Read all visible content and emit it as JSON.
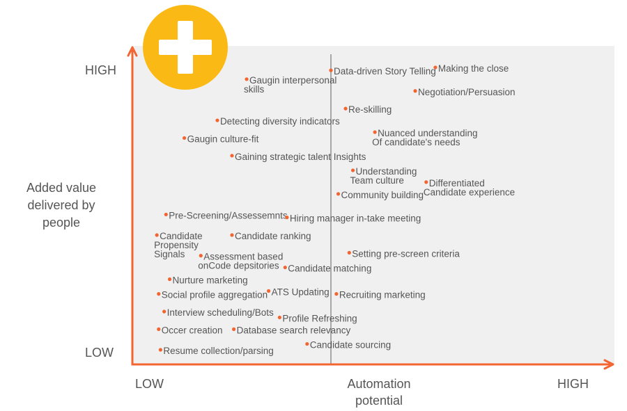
{
  "colors": {
    "panel": "#f0f0f0",
    "axis": "#f26531",
    "dot": "#f26531",
    "divider": "#777777",
    "badge": "#fbb915",
    "text": "#555555"
  },
  "badge_icon": "plus-icon",
  "chart_data": {
    "type": "scatter",
    "xlabel": "Automation potential",
    "ylabel": "Added value delivered by people",
    "x_axis": {
      "low": "LOW",
      "high": "HIGH"
    },
    "y_axis": {
      "low": "LOW",
      "high": "HIGH"
    },
    "xlim": [
      0,
      100
    ],
    "ylim": [
      0,
      100
    ],
    "midline_x": 50,
    "points": [
      {
        "label": "Making the close",
        "x": 78.5,
        "y": 96
      },
      {
        "label": "Data-driven Story Telling",
        "x": 50,
        "y": 95
      },
      {
        "label": "Gaugin interpersonal skills",
        "x": 27,
        "y": 92
      },
      {
        "label": "Negotiation/Persuasion",
        "x": 73,
        "y": 88
      },
      {
        "label": "Re-skilling",
        "x": 54,
        "y": 82
      },
      {
        "label": "Detecting diversity indicators",
        "x": 19,
        "y": 78
      },
      {
        "label": "Nuanced understanding Of candidate's needs",
        "x": 62,
        "y": 74
      },
      {
        "label": "Gaugin culture-fit",
        "x": 10,
        "y": 72
      },
      {
        "label": "Gaining strategic talent Insights",
        "x": 23,
        "y": 66
      },
      {
        "label": "Understanding Team culture",
        "x": 56,
        "y": 61
      },
      {
        "label": "Differentiated Candidate experience",
        "x": 76,
        "y": 57
      },
      {
        "label": "Community building",
        "x": 52,
        "y": 53
      },
      {
        "label": "Pre-Screening/Assessemnts",
        "x": 5,
        "y": 46
      },
      {
        "label": "Hiring manager in-take meeting",
        "x": 38,
        "y": 45
      },
      {
        "label": "Candidate Propensity Signals",
        "x": 2.5,
        "y": 39
      },
      {
        "label": "Candidate ranking",
        "x": 23,
        "y": 39
      },
      {
        "label": "Setting pre-screen criteria",
        "x": 55,
        "y": 33
      },
      {
        "label": "Assessment based onCode depsitories",
        "x": 14.5,
        "y": 32
      },
      {
        "label": "Candidate matching",
        "x": 37.5,
        "y": 28
      },
      {
        "label": "Nurture marketing",
        "x": 6,
        "y": 24
      },
      {
        "label": "ATS Updating",
        "x": 33,
        "y": 20
      },
      {
        "label": "Social profile aggregation",
        "x": 3,
        "y": 19
      },
      {
        "label": "Recruiting marketing",
        "x": 51.5,
        "y": 19
      },
      {
        "label": "Interview scheduling/Bots",
        "x": 4.5,
        "y": 13
      },
      {
        "label": "Profile Refreshing",
        "x": 36,
        "y": 11
      },
      {
        "label": "Database search relevancy",
        "x": 23.5,
        "y": 7
      },
      {
        "label": "Occer creation",
        "x": 3,
        "y": 7
      },
      {
        "label": "Candidate sourcing",
        "x": 43.5,
        "y": 2
      },
      {
        "label": "Resume collection/parsing",
        "x": 3.5,
        "y": 0
      }
    ]
  }
}
